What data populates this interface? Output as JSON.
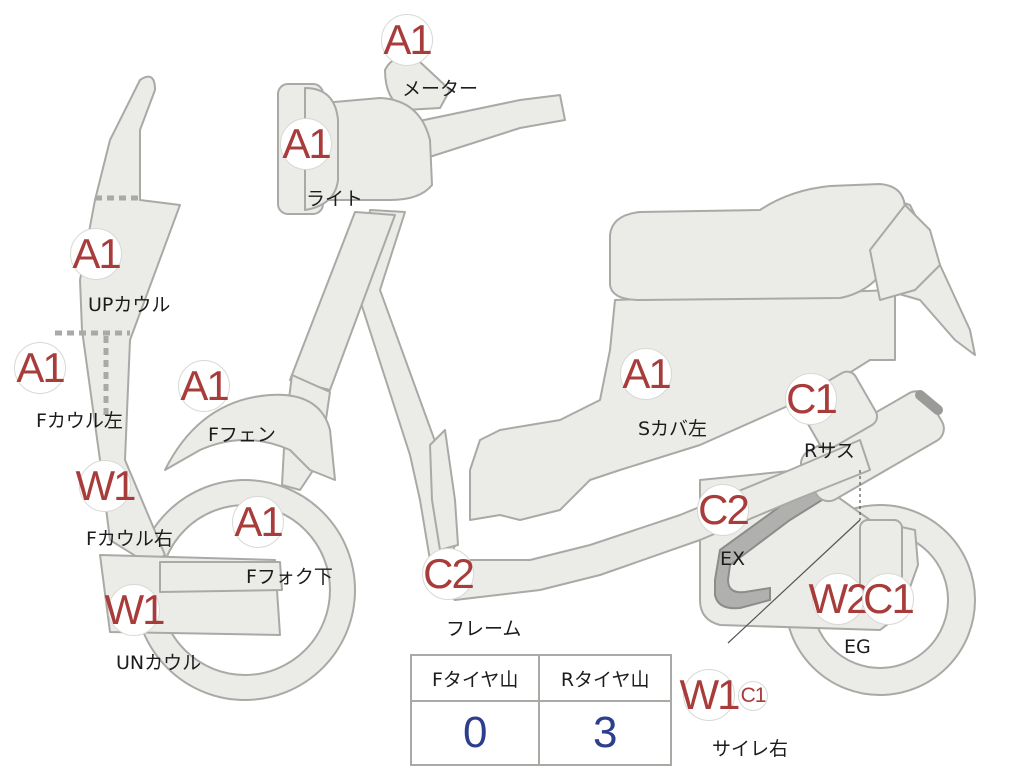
{
  "markers": [
    {
      "id": "meter",
      "code": "A1",
      "label": "メーター"
    },
    {
      "id": "light",
      "code": "A1",
      "label": "ライト"
    },
    {
      "id": "up-cowl",
      "code": "A1",
      "label": "UPカウル"
    },
    {
      "id": "f-cowl-left",
      "code": "A1",
      "label": "Fカウル左"
    },
    {
      "id": "f-fender",
      "code": "A1",
      "label": "Fフェン"
    },
    {
      "id": "f-cowl-right",
      "code": "W1",
      "label": "Fカウル右"
    },
    {
      "id": "f-fork-lower",
      "code": "A1",
      "label": "Fフォク下"
    },
    {
      "id": "un-cowl",
      "code": "W1",
      "label": "UNカウル"
    },
    {
      "id": "frame",
      "code": "C2",
      "label": "フレーム"
    },
    {
      "id": "s-cover-left",
      "code": "A1",
      "label": "Sカバ左"
    },
    {
      "id": "r-suspension",
      "code": "C1",
      "label": "Rサス"
    },
    {
      "id": "exhaust",
      "code": "C2",
      "label": "EX"
    },
    {
      "id": "engine",
      "codes": [
        "W2",
        "C1"
      ],
      "label": "EG"
    },
    {
      "id": "muffler-right",
      "codes": [
        "W1",
        "C1"
      ],
      "label": "サイレ右"
    }
  ],
  "tread_table": {
    "headers": [
      "Fタイヤ山",
      "Rタイヤ山"
    ],
    "values": [
      "0",
      "3"
    ]
  },
  "colors": {
    "part_fill": "#ebebe8",
    "part_stroke": "#a9aaa6",
    "code_text": "#a83c3b",
    "tread_value": "#2c3e8c"
  }
}
